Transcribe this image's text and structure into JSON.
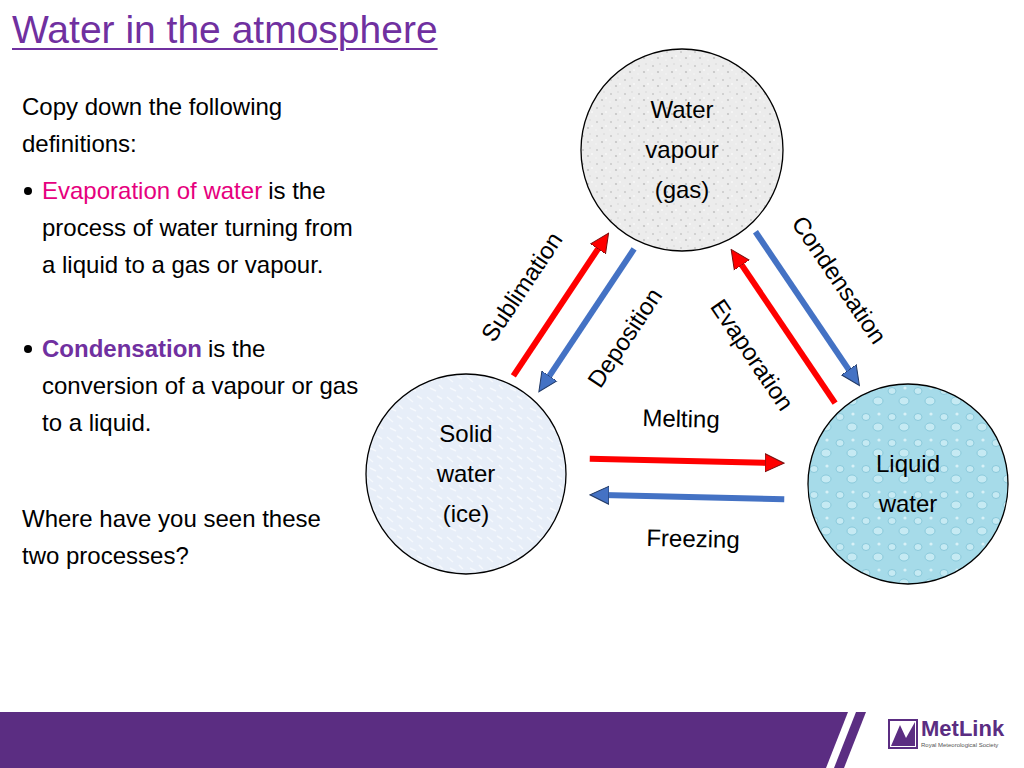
{
  "diagram": {
    "title": "Water in the atmosphere",
    "nodes": [
      {
        "text": [
          "Water vapour (gas)"
        ]
      },
      {
        "text": [
          "Solid water (ice)"
        ]
      },
      {
        "text": [
          "Liquid water"
        ]
      }
    ],
    "edges": [
      {
        "from": 1,
        "to": 0,
        "label": "Sublimation",
        "arrow": "to"
      },
      {
        "from": 0,
        "to": 1,
        "label": "Deposition",
        "arrow": "to"
      },
      {
        "from": 0,
        "to": 2,
        "label": "Condensation",
        "arrow": "to"
      },
      {
        "from": 2,
        "to": 0,
        "label": "Evaporation",
        "arrow": "to"
      },
      {
        "from": 1,
        "to": 2,
        "label": "Melting",
        "arrow": "to"
      },
      {
        "from": 2,
        "to": 1,
        "label": "Freezing",
        "arrow": "to"
      }
    ],
    "labels": [
      "Copy down the following definitions:",
      "Evaporation of water",
      "is the process of water turning from a liquid to a gas or vapour.",
      "Condensation",
      "is the conversion of a vapour or gas to a liquid.",
      "Where have you seen these two processes?",
      "MetLink",
      "Royal Meteorological Society"
    ]
  }
}
